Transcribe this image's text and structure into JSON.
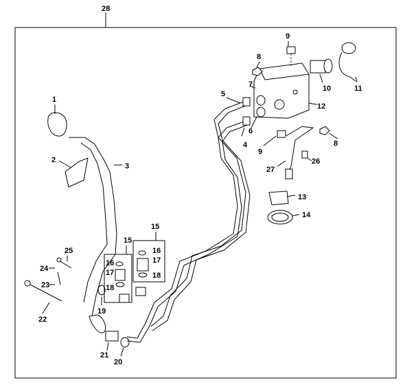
{
  "diagram": {
    "callouts": [
      {
        "id": "28",
        "text": "28"
      },
      {
        "id": "1",
        "text": "1"
      },
      {
        "id": "2",
        "text": "2"
      },
      {
        "id": "3",
        "text": "3"
      },
      {
        "id": "4",
        "text": "4"
      },
      {
        "id": "5",
        "text": "5"
      },
      {
        "id": "6",
        "text": "6"
      },
      {
        "id": "7",
        "text": "7"
      },
      {
        "id": "8a",
        "text": "8"
      },
      {
        "id": "8b",
        "text": "8"
      },
      {
        "id": "9a",
        "text": "9"
      },
      {
        "id": "9b",
        "text": "9"
      },
      {
        "id": "10",
        "text": "10"
      },
      {
        "id": "11",
        "text": "11"
      },
      {
        "id": "12",
        "text": "12"
      },
      {
        "id": "13",
        "text": "13"
      },
      {
        "id": "14",
        "text": "14"
      },
      {
        "id": "15a",
        "text": "15"
      },
      {
        "id": "15b",
        "text": "15"
      },
      {
        "id": "16a",
        "text": "16"
      },
      {
        "id": "16b",
        "text": "16"
      },
      {
        "id": "17a",
        "text": "17"
      },
      {
        "id": "17b",
        "text": "17"
      },
      {
        "id": "18a",
        "text": "18"
      },
      {
        "id": "18b",
        "text": "18"
      },
      {
        "id": "19",
        "text": "19"
      },
      {
        "id": "20",
        "text": "20"
      },
      {
        "id": "21",
        "text": "21"
      },
      {
        "id": "22",
        "text": "22"
      },
      {
        "id": "23",
        "text": "23"
      },
      {
        "id": "24",
        "text": "24"
      },
      {
        "id": "25",
        "text": "25"
      },
      {
        "id": "26",
        "text": "26"
      },
      {
        "id": "27",
        "text": "27"
      }
    ]
  }
}
